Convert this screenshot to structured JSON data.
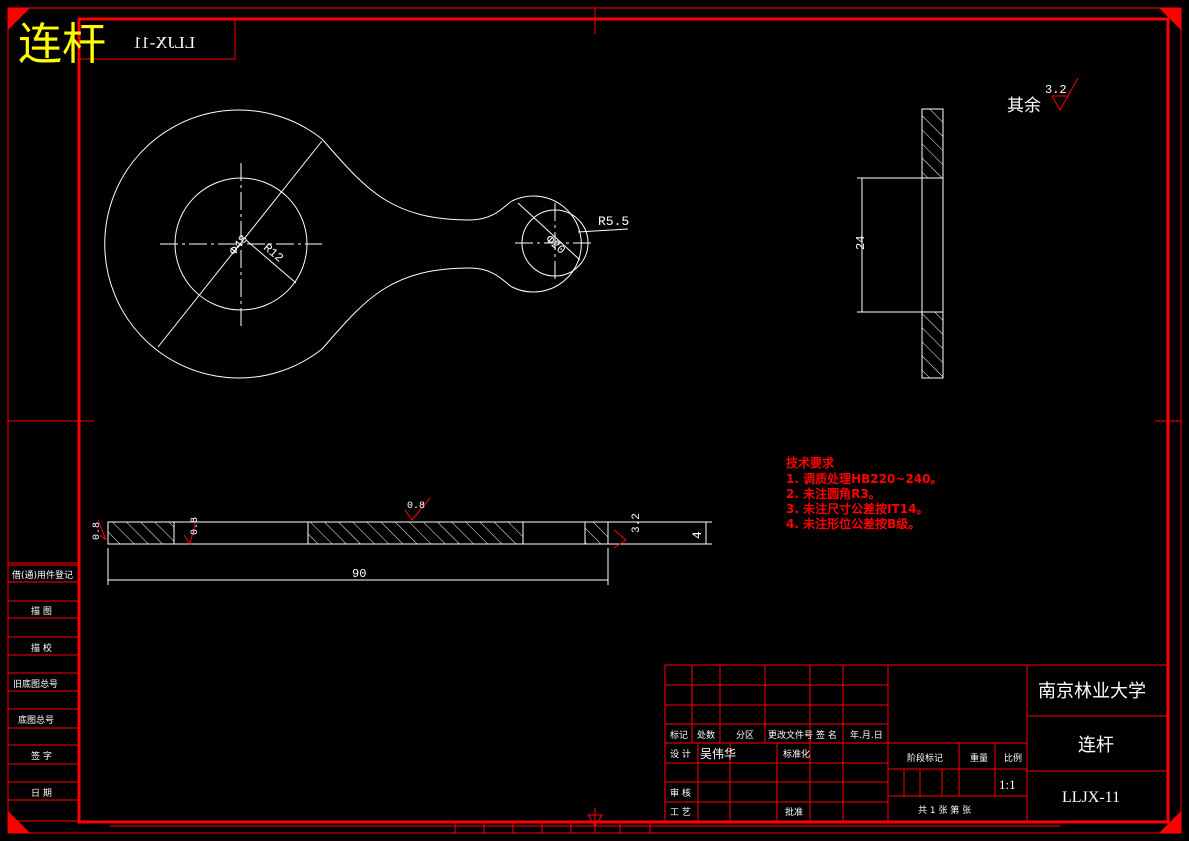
{
  "drawing_title_overlay": "连杆",
  "mirrored_code": "LLJX-11",
  "surface_finish": {
    "label": "其余",
    "value": "3.2"
  },
  "front_view": {
    "dim_big_dia": "Φ48",
    "dim_big_r": "R12",
    "dim_small_dia": "Φ20",
    "dim_small_r": "R5.5"
  },
  "side_view": {
    "dim_height": "24"
  },
  "section_view": {
    "dim_length": "90",
    "dim_thickness": "4",
    "rough_left": "0.8",
    "rough_left2": "0.8",
    "rough_top": "0.8",
    "rough_right": "3.2"
  },
  "technical_requirements": {
    "title": "技术要求",
    "items": [
      "1. 调质处理HB220~240。",
      "2. 未注圆角R3。",
      "3. 未注尺寸公差按IT14。",
      "4. 未注形位公差按B级。"
    ]
  },
  "left_stamp_labels": [
    "借(通)用件登记",
    "描 图",
    "描 校",
    "旧底图总号",
    "底图总号",
    "签 字",
    "日 期"
  ],
  "title_block": {
    "header_cols": [
      "标记",
      "处数",
      "分区",
      "更改文件号",
      "签 名",
      "年.月.日"
    ],
    "design_label": "设 计",
    "designer_name": "吴伟华",
    "standard_label": "标准化",
    "review_label": "审 核",
    "process_label": "工 艺",
    "approve_label": "批准",
    "stage_label": "阶段标记",
    "weight_label": "重量",
    "scale_label": "比例",
    "scale_value": "1:1",
    "sheet_text": "共 1 张 第 张",
    "university": "南京林业大学",
    "part_name": "连杆",
    "drawing_code": "LLJX-11"
  },
  "colors": {
    "frame": "#ff0000",
    "geometry": "#ffffff",
    "overlay_text": "#ffff00",
    "notes": "#ff0000"
  }
}
